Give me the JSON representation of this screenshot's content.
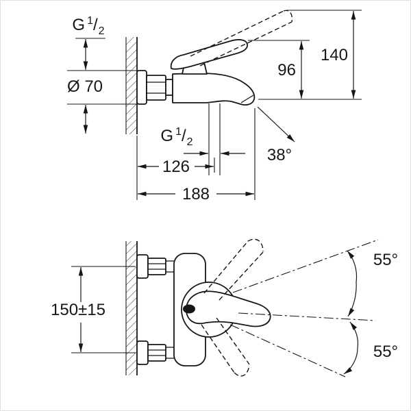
{
  "drawing": {
    "background": "#ffffff",
    "line_color": "#161616",
    "views": {
      "side": {
        "thread_top": {
          "prefix": "G",
          "numerator": "1",
          "slash": "/",
          "denominator": "2"
        },
        "escutcheon_diameter": "Ø 70",
        "spout_height": "96",
        "total_height": "140",
        "thread_outlet": {
          "prefix": "G",
          "numerator": "1",
          "slash": "/",
          "denominator": "2"
        },
        "outlet_projection": "126",
        "total_projection": "188",
        "spray_angle": "38°"
      },
      "plan": {
        "connection_spacing": "150±15",
        "handle_swing_up": "55°",
        "handle_swing_down": "55°"
      }
    }
  }
}
